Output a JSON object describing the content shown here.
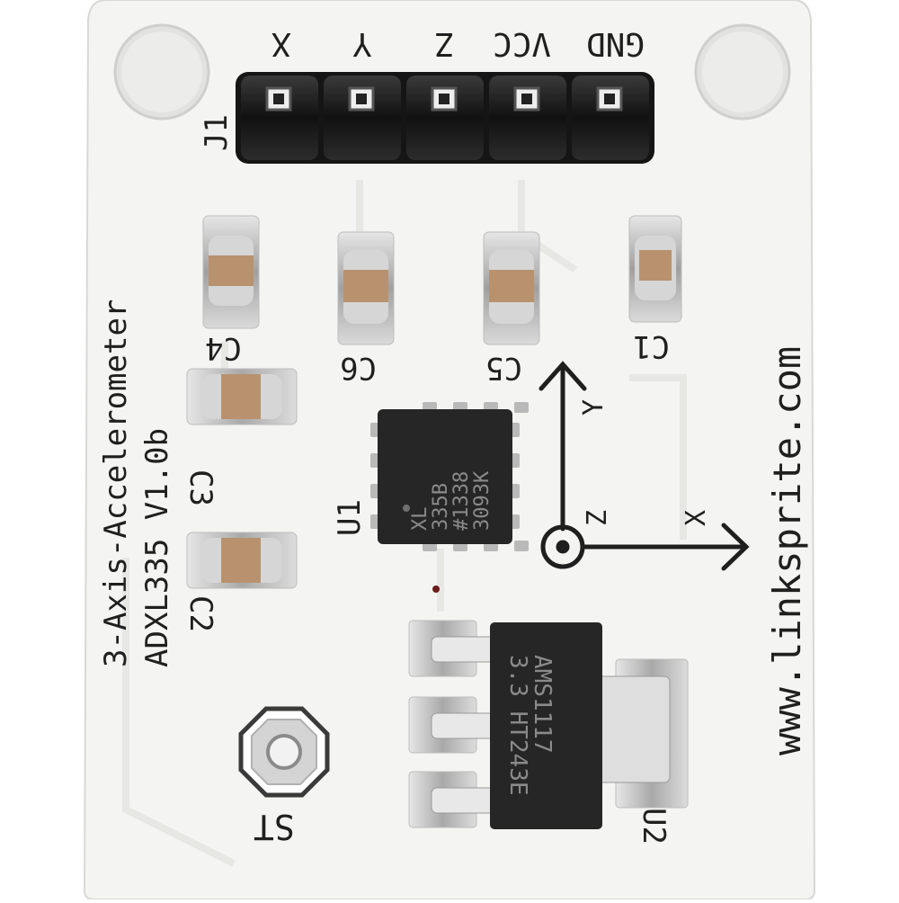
{
  "board": {
    "title_line1": "3-Axis-Accelerometer",
    "title_line2": "ADXL335 V1.0b",
    "website": "www.linksprite.com",
    "header_ref": "J1",
    "header_pins": [
      "X",
      "Y",
      "Z",
      "VCC",
      "GND"
    ],
    "capacitors": [
      "C4",
      "C6",
      "C5",
      "C1",
      "C3",
      "C2"
    ],
    "sensor": {
      "ref": "U1",
      "marking": [
        "XL",
        "335B",
        "#1338",
        "3093K"
      ]
    },
    "regulator": {
      "ref": "U2",
      "marking": [
        "AMS1117",
        "3.3 HT243E"
      ]
    },
    "self_test_pad": "ST",
    "axes": {
      "x": "X",
      "y": "Y",
      "z": "Z"
    },
    "colors": {
      "pcb": "#f4f4f2",
      "chip": "#2b2b2b",
      "pad": "#c9c9c9",
      "cap": "#b89474"
    }
  }
}
